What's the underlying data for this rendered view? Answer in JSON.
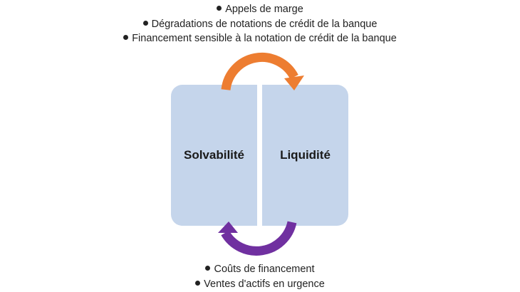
{
  "top_bullets": [
    "Appels de marge",
    "Dégradations de notations de crédit de la banque",
    "Financement sensible à la notation de crédit de la banque"
  ],
  "boxes": {
    "left_label": "Solvabilité",
    "right_label": "Liquidité",
    "color": "#c5d5eb"
  },
  "arrows": {
    "top_color": "#ed7d31",
    "bottom_color": "#7030a0"
  },
  "bottom_bullets": [
    "Coûts de financement",
    "Ventes d'actifs en urgence"
  ]
}
